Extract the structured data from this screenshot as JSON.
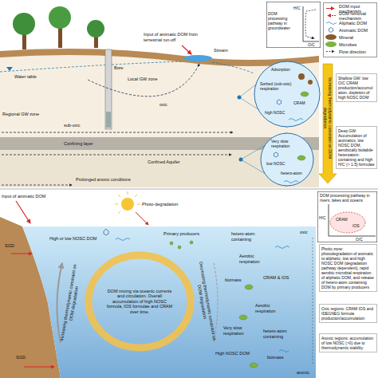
{
  "diagram": {
    "nodes": [
      {
        "text": [
          "DOM processing pathway in groundwater",
          "H/C",
          "O/C"
        ]
      },
      {
        "text": [
          "Adsorption",
          "Sorbed (sub-oxic) respiration",
          "CRAM",
          "high NOSC"
        ]
      },
      {
        "text": [
          "Very slow respiration",
          "low NOSC",
          "hetero-atom"
        ]
      },
      {
        "text": [
          "Increasing thermodynamic constraint on DOM degradation"
        ]
      },
      {
        "text": [
          "Shallow GW: low O/C CRAM production/accumulation, depletion of high NOSC DOM"
        ]
      },
      {
        "text": [
          "Deep GW: Accumulation of aromatics, low NOSC DOM, aerobically biolabile heteroatom-containing and high H/C (> 1.5) formulae"
        ]
      },
      {
        "text": [
          "DOM processing pathway in rivers, lakes and oceans",
          "CRAM",
          "IOS",
          "H/C",
          "O/C"
        ]
      },
      {
        "text": [
          "Photic zone: photodegradation of aromatic to aliphatic, low and high NOSC DOM (degradation pathway dependent), rapid aerobic microbial respiration of aliphatic DOM, and release of hetero-atom containing DOM by primary producers"
        ]
      },
      {
        "text": [
          "Oxic regions: CRAM IOS and IDEGNEG formula production/accumulation"
        ]
      },
      {
        "text": [
          "Anoxic regions: accumulation of low NOSC (>0) due to thermodynamic stability"
        ]
      },
      {
        "text": [
          "DOM mixing via oceanic currents and circulation. Overall accumulation of high NOSC formula, IOS formulae and CRAM over time."
        ]
      }
    ],
    "labels": [
      "Input of aromatic DOM from terrestrial run-off",
      "Water table",
      "Bore",
      "Stream",
      "Local GW zone",
      "oxic",
      "Regional GW zone",
      "sub-oxic",
      "Confining layer",
      "Confined Aquifer",
      "Prolonged anoxic conditions",
      "Input of aromatic DOM",
      "Photo-degradation",
      "Primary producers",
      "hetero-atom containing",
      "High or low NOSC DOM",
      "Aerobic respiration",
      "CRAM & IOS",
      "biomass",
      "oxic",
      "Aerobic respiration",
      "Decreasing thermodynamic constraint on DOM degradation",
      "Increasing thermodynamic constraint on DOM degradation",
      "SGD",
      "SGD",
      "Very slow respiration",
      "High NOSC DOM",
      "hetero-atom containing",
      "biomass",
      "anoxic"
    ],
    "legend": [
      {
        "text": "DOM input mechanism"
      },
      {
        "text": "DOM removal mechanism"
      },
      {
        "text": "Aliphatic DOM"
      },
      {
        "text": "Aromatic DOM"
      },
      {
        "text": "Mineral",
        "color": "#8b5a2b"
      },
      {
        "text": "Microbes",
        "color": "#7cb342"
      },
      {
        "text": "Flow direction"
      }
    ]
  }
}
